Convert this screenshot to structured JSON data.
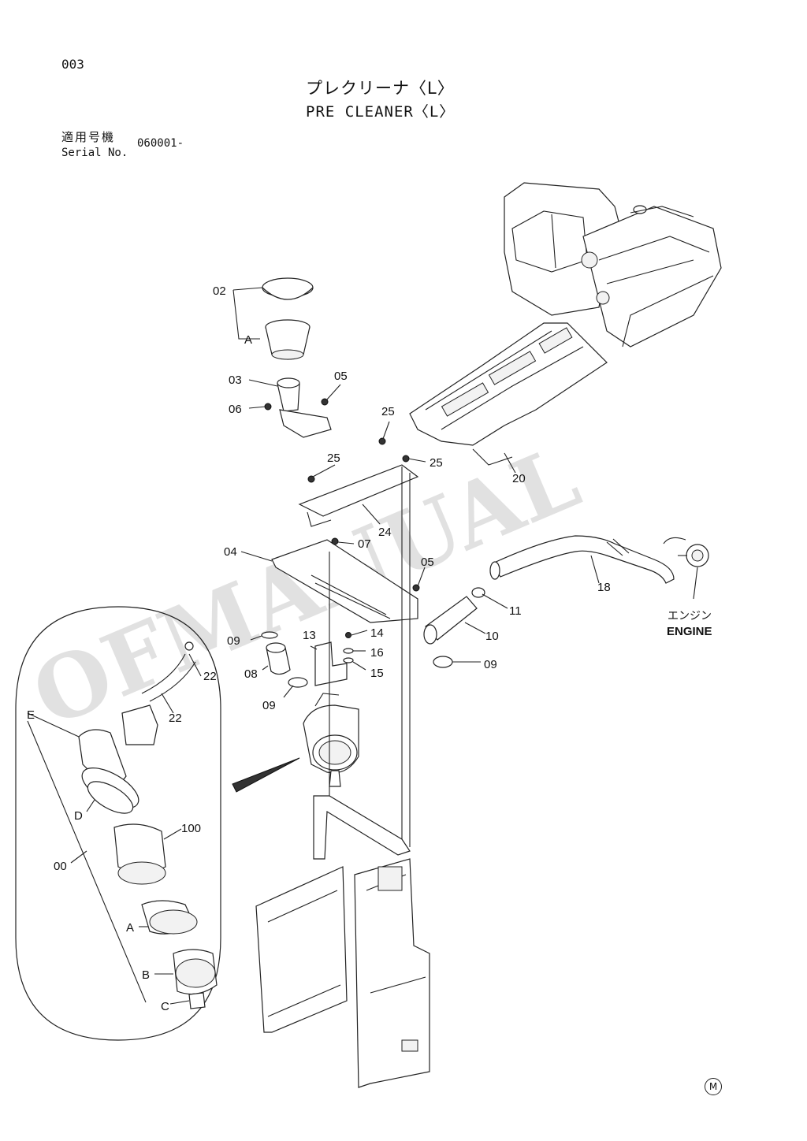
{
  "header": {
    "page_no": "003",
    "title_jp": "プレクリーナ〈L〉",
    "title_en": "PRE CLEANER〈L〉",
    "serial_label_jp": "適用号機",
    "serial_label_en": "Serial No.",
    "serial_value": "060001-"
  },
  "watermark": "OFMANUAL",
  "engine_label_jp": "エンジン",
  "engine_label_en": "ENGINE",
  "footer_mark": "M",
  "parts": {
    "p00": "00",
    "p02": "02",
    "p03": "03",
    "p04": "04",
    "p05a": "05",
    "p05b": "05",
    "p06": "06",
    "p07": "07",
    "p08": "08",
    "p09a": "09",
    "p09b": "09",
    "p09c": "09",
    "p10": "10",
    "p11": "11",
    "p13": "13",
    "p14": "14",
    "p15": "15",
    "p16": "16",
    "p18": "18",
    "p20": "20",
    "p22a": "22",
    "p22b": "22",
    "p24": "24",
    "p25a": "25",
    "p25b": "25",
    "p25c": "25",
    "p100": "100",
    "pA1": "A",
    "pA2": "A",
    "pB": "B",
    "pC": "C",
    "pD": "D",
    "pE": "E"
  }
}
